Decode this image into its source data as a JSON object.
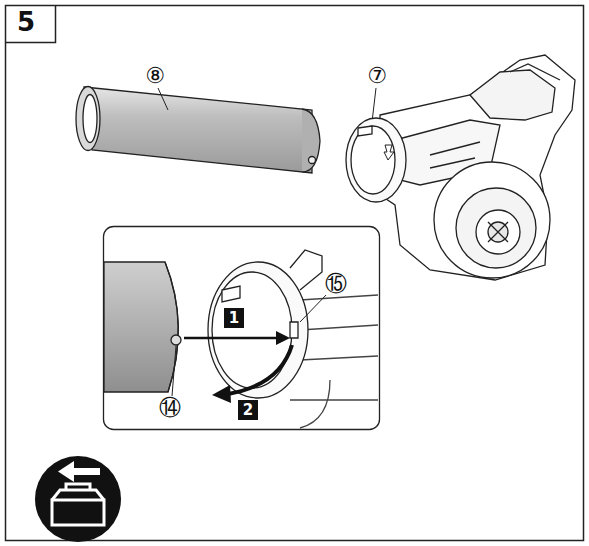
{
  "diagram": {
    "labels": [
      "5",
      "⑧",
      "⑦",
      "⑮",
      "1",
      "⑭",
      "2"
    ]
  }
}
